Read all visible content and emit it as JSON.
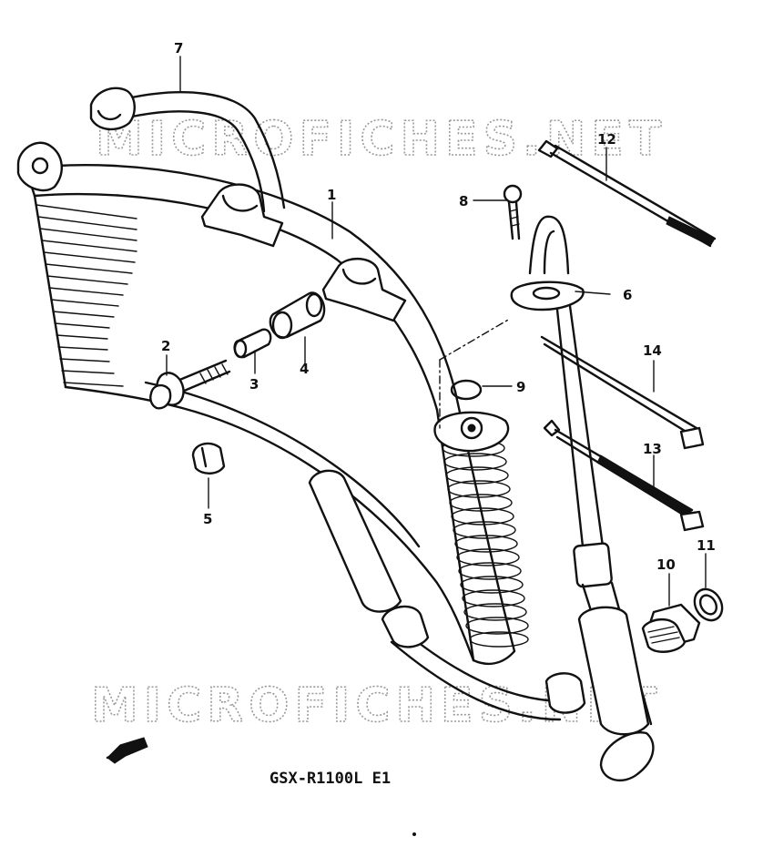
{
  "diagram": {
    "model_label": "GSX-R1100L E1",
    "watermark": "MICROFICHES.NET",
    "parts": [
      {
        "ref": "1"
      },
      {
        "ref": "2"
      },
      {
        "ref": "3"
      },
      {
        "ref": "4"
      },
      {
        "ref": "5"
      },
      {
        "ref": "6"
      },
      {
        "ref": "7"
      },
      {
        "ref": "8"
      },
      {
        "ref": "9"
      },
      {
        "ref": "10"
      },
      {
        "ref": "11"
      },
      {
        "ref": "12"
      },
      {
        "ref": "13"
      },
      {
        "ref": "14"
      }
    ]
  }
}
